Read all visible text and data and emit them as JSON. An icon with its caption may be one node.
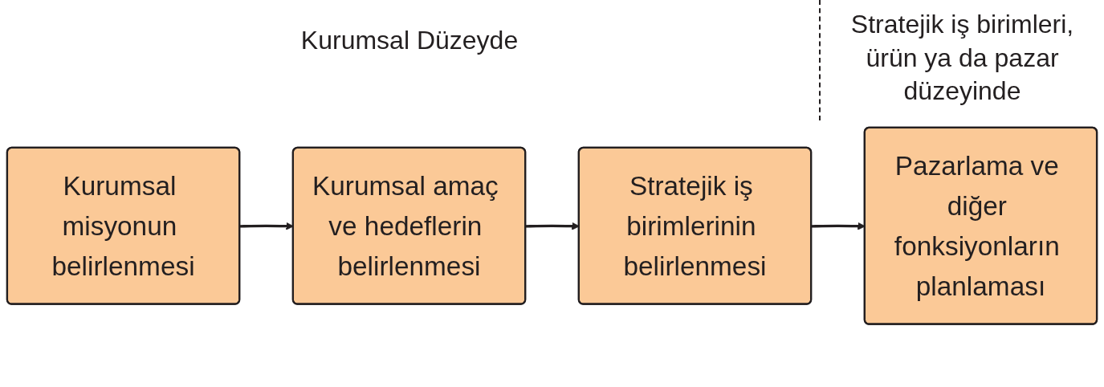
{
  "diagram": {
    "nodes": [
      {
        "text": [
          "Kurumsal misyonun belirlenmesi"
        ]
      },
      {
        "text": [
          "Kurumsal amaç ve hedeflerin belirlenmesi"
        ]
      },
      {
        "text": [
          "Stratejik iş birimlerinin belirlenmesi"
        ]
      },
      {
        "text": [
          "Pazarlama ve diğer fonksiyonların planlaması"
        ]
      }
    ],
    "edges": [
      {
        "from": 0,
        "to": 1,
        "arrow": "to"
      },
      {
        "from": 1,
        "to": 2,
        "arrow": "to"
      },
      {
        "from": 2,
        "to": 3,
        "arrow": "to"
      }
    ],
    "labels": [
      "Kurumsal Düzeyde",
      "Stratejik iş birimleri, ürün ya da pazar düzeyinde"
    ]
  }
}
